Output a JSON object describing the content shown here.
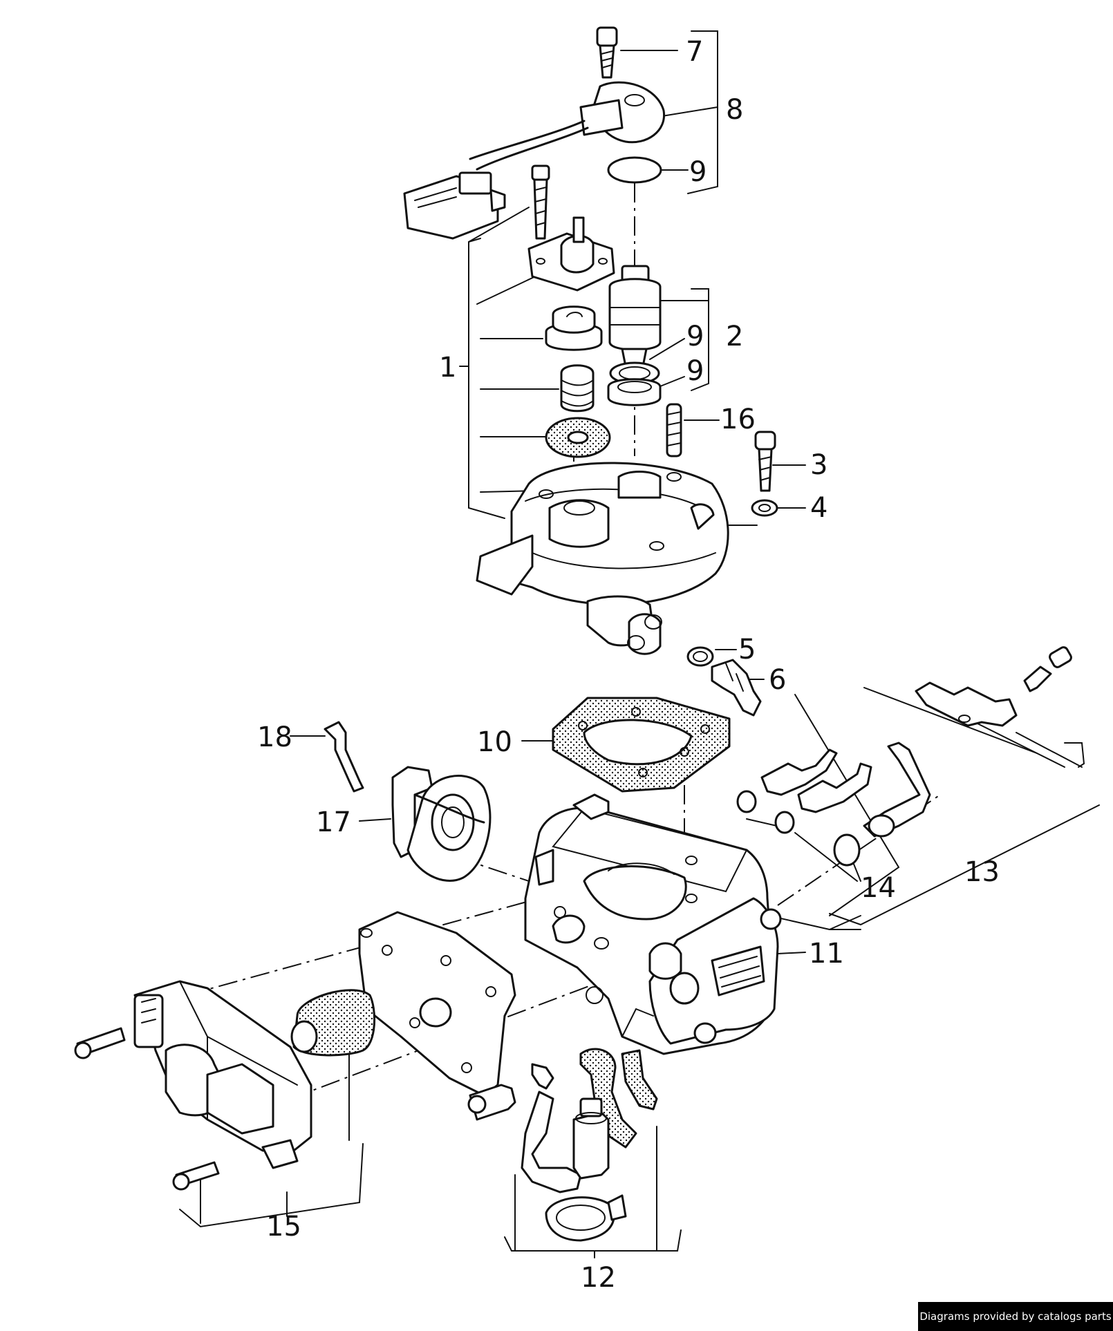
{
  "diagram": {
    "part_numbers": [
      "1",
      "2",
      "3",
      "4",
      "5",
      "6",
      "7",
      "8",
      "9",
      "9",
      "9",
      "10",
      "11",
      "12",
      "13",
      "14",
      "15",
      "16",
      "17",
      "18"
    ]
  },
  "footer": {
    "credit": "Diagrams provided by catalogs parts"
  },
  "colors": {
    "line": "#111111",
    "background": "#ffffff",
    "credit_bg": "#000000",
    "credit_text": "#ffffff"
  }
}
